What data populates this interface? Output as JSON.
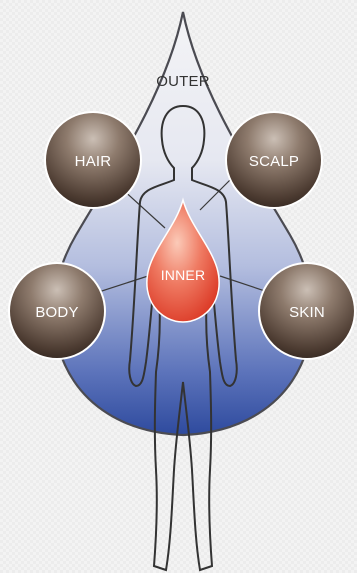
{
  "diagram": {
    "outer_label": "OUTER",
    "inner_label": "INNER",
    "nodes": {
      "hair": "HAIR",
      "scalp": "SCALP",
      "body": "BODY",
      "skin": "SKIN"
    }
  }
}
